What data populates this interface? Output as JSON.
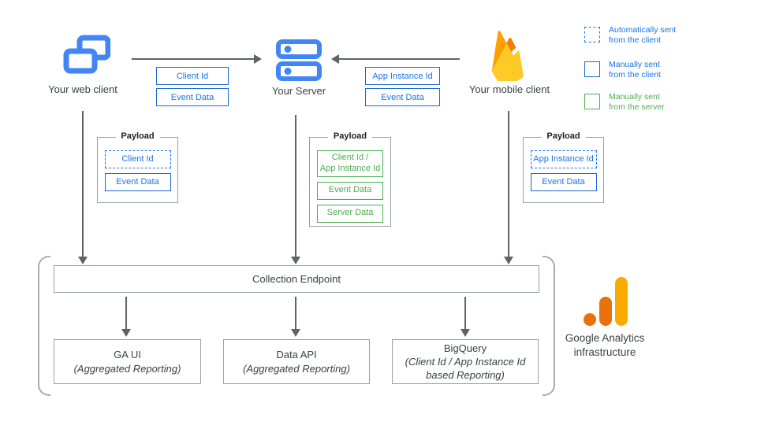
{
  "legend": {
    "items": [
      {
        "text": "Automatically sent\nfrom the client",
        "style": "dashed-blue"
      },
      {
        "text": "Manually sent\nfrom the client",
        "style": "solid-blue"
      },
      {
        "text": "Manually sent\nfrom the server",
        "style": "solid-green"
      }
    ]
  },
  "clients": {
    "web_label": "Your web client",
    "server_label": "Your Server",
    "mobile_label": "Your mobile client"
  },
  "transfer": {
    "web_to_server": [
      "Client Id",
      "Event Data"
    ],
    "mobile_to_server": [
      "App Instance Id",
      "Event Data"
    ]
  },
  "payloads": {
    "title": "Payload",
    "web": [
      "Client Id",
      "Event Data"
    ],
    "server": [
      "Client Id /\nApp Instance Id",
      "Event Data",
      "Server Data"
    ],
    "mobile": [
      "App Instance Id",
      "Event Data"
    ]
  },
  "infrastructure": {
    "endpoint": "Collection Endpoint",
    "outputs": [
      {
        "title": "GA UI",
        "subtitle": "(Aggregated Reporting)"
      },
      {
        "title": "Data API",
        "subtitle": "(Aggregated Reporting)"
      },
      {
        "title": "BigQuery",
        "subtitle": "(Client Id / App Instance Id\nbased Reporting)"
      }
    ],
    "brand": "Google Analytics\ninfrastructure"
  },
  "colors": {
    "google_blue": "#4285F4",
    "label_blue_text": "#1A73E8",
    "label_blue_border": "#1967D2",
    "server_green": "#4CAF50",
    "firebase_yellow": "#FFCA28",
    "firebase_orange": "#FFA000",
    "firebase_deep_orange": "#F57C00",
    "ga_amber": "#F9AB00",
    "ga_orange": "#E8710A",
    "arrow_gray": "#5F6368",
    "border_gray": "#9AA0A6"
  }
}
